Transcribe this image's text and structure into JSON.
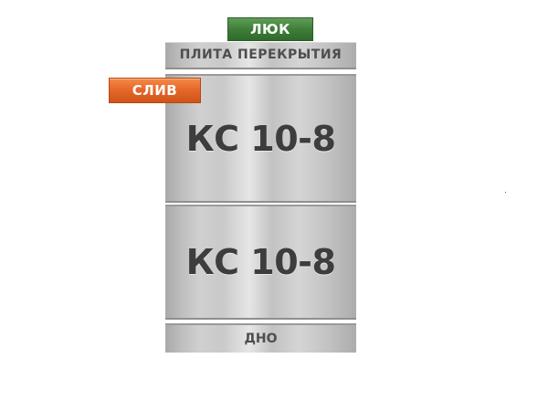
{
  "diagram": {
    "hatch": {
      "label": "ЛЮК",
      "color": "#3f7e39"
    },
    "drain": {
      "label": "СЛИВ",
      "color": "#e7682a"
    },
    "slab": {
      "label": "ПЛИТА ПЕРЕКРЫТИЯ"
    },
    "rings": [
      {
        "label": "КС 10-8"
      },
      {
        "label": "КС 10-8"
      }
    ],
    "bottom": {
      "label": "ДНО"
    }
  }
}
